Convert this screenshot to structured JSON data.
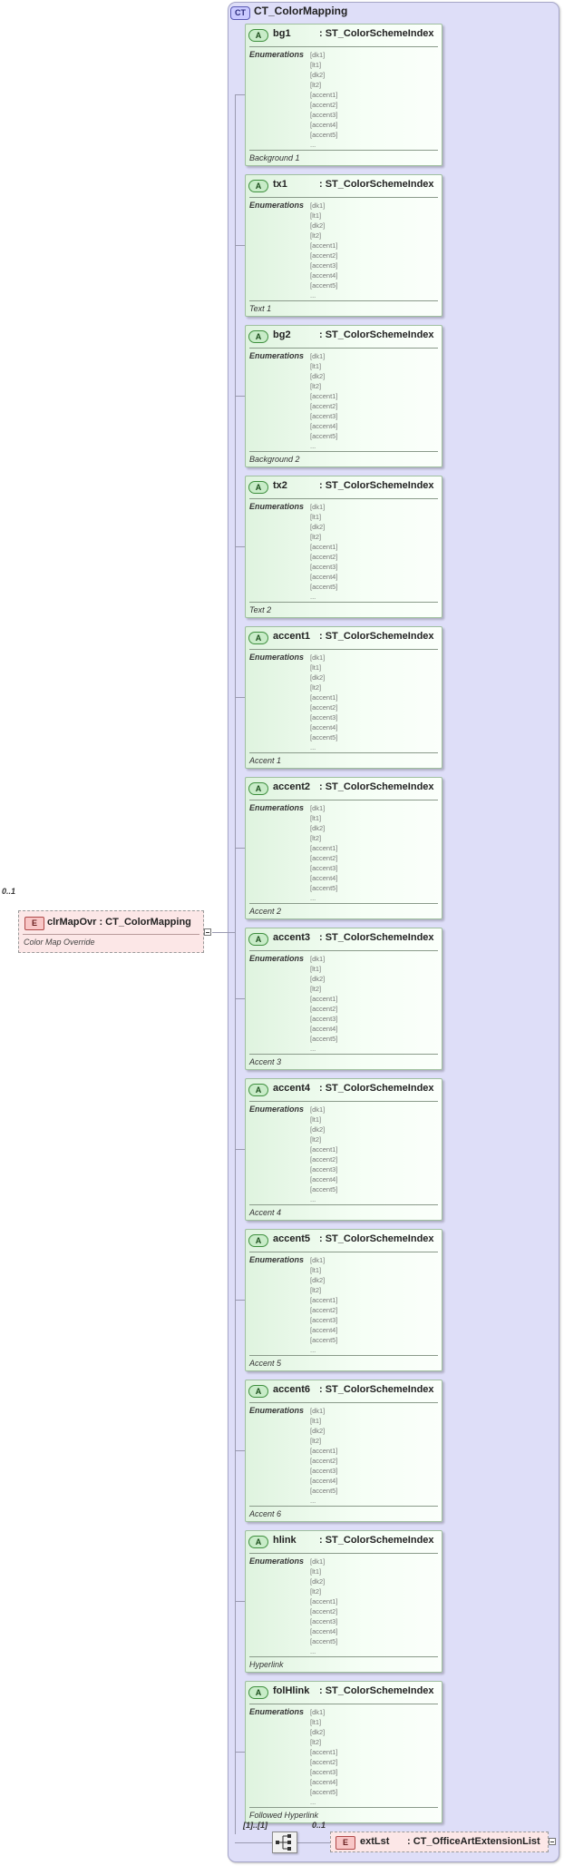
{
  "complex_type": {
    "badge": "CT",
    "title": "CT_ColorMapping"
  },
  "root_element": {
    "badge": "E",
    "occurrence": "0..1",
    "label": "clrMapOvr : CT_ColorMapping",
    "doc": "Color Map Override"
  },
  "attribute_badge": "A",
  "enumerations_label": "Enumerations",
  "enumeration_values": [
    "[dk1]",
    "[lt1]",
    "[dk2]",
    "[lt2]",
    "[accent1]",
    "[accent2]",
    "[accent3]",
    "[accent4]",
    "[accent5]",
    "..."
  ],
  "attributes": [
    {
      "name": "bg1",
      "type": ": ST_ColorSchemeIndex",
      "doc": "Background 1"
    },
    {
      "name": "tx1",
      "type": ": ST_ColorSchemeIndex",
      "doc": "Text 1"
    },
    {
      "name": "bg2",
      "type": ": ST_ColorSchemeIndex",
      "doc": "Background 2"
    },
    {
      "name": "tx2",
      "type": ": ST_ColorSchemeIndex",
      "doc": "Text 2"
    },
    {
      "name": "accent1",
      "type": ": ST_ColorSchemeIndex",
      "doc": "Accent 1"
    },
    {
      "name": "accent2",
      "type": ": ST_ColorSchemeIndex",
      "doc": "Accent 2"
    },
    {
      "name": "accent3",
      "type": ": ST_ColorSchemeIndex",
      "doc": "Accent 3"
    },
    {
      "name": "accent4",
      "type": ": ST_ColorSchemeIndex",
      "doc": "Accent 4"
    },
    {
      "name": "accent5",
      "type": ": ST_ColorSchemeIndex",
      "doc": "Accent 5"
    },
    {
      "name": "accent6",
      "type": ": ST_ColorSchemeIndex",
      "doc": "Accent 6"
    },
    {
      "name": "hlink",
      "type": ": ST_ColorSchemeIndex",
      "doc": "Hyperlink"
    },
    {
      "name": "folHlink",
      "type": ": ST_ColorSchemeIndex",
      "doc": "Followed Hyperlink"
    }
  ],
  "sequence": {
    "occurrence": "[1]..[1]"
  },
  "child_element": {
    "badge": "E",
    "occurrence": "0..1",
    "name": "extLst",
    "type": ": CT_OfficeArtExtensionList"
  }
}
